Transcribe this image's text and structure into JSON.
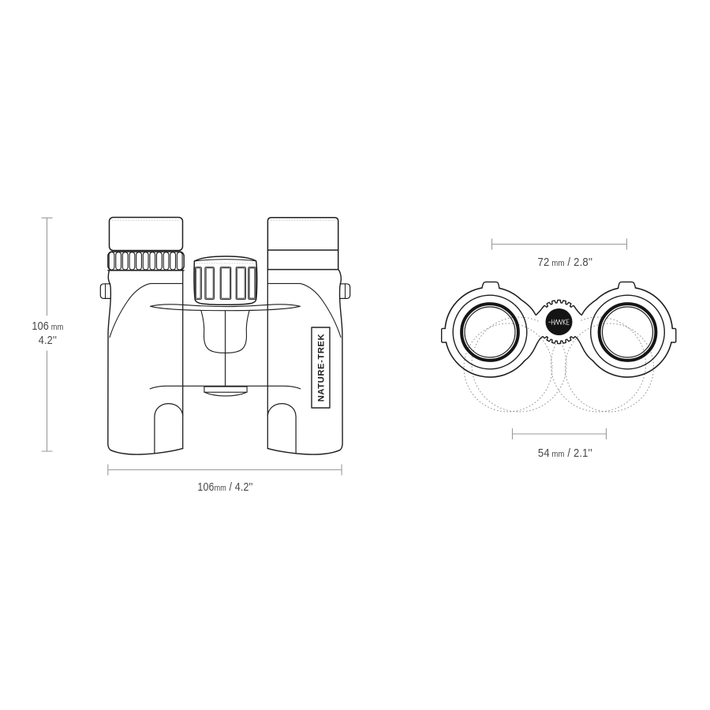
{
  "labels": {
    "model_badge": "NATURE-TREK",
    "logo": "HAWKE"
  },
  "dimensions": {
    "front_height": {
      "value": "106",
      "unit": " mm",
      "imperial": "4.2''"
    },
    "front_width": {
      "value": "106",
      "unit": "mm",
      "imperial": " / 4.2''"
    },
    "top_eyepiece_width": {
      "value": "72",
      "unit": " mm",
      "imperial": " / 2.8''"
    },
    "top_folded_width": {
      "value": "54",
      "unit": " mm",
      "imperial": " / 2.1''"
    }
  },
  "colors": {
    "ink": "#1e1e1e",
    "dimension_line": "#9a9a9a",
    "dimension_text": "#474747",
    "dotted_guide": "#8f8f8f",
    "background": "#ffffff"
  }
}
